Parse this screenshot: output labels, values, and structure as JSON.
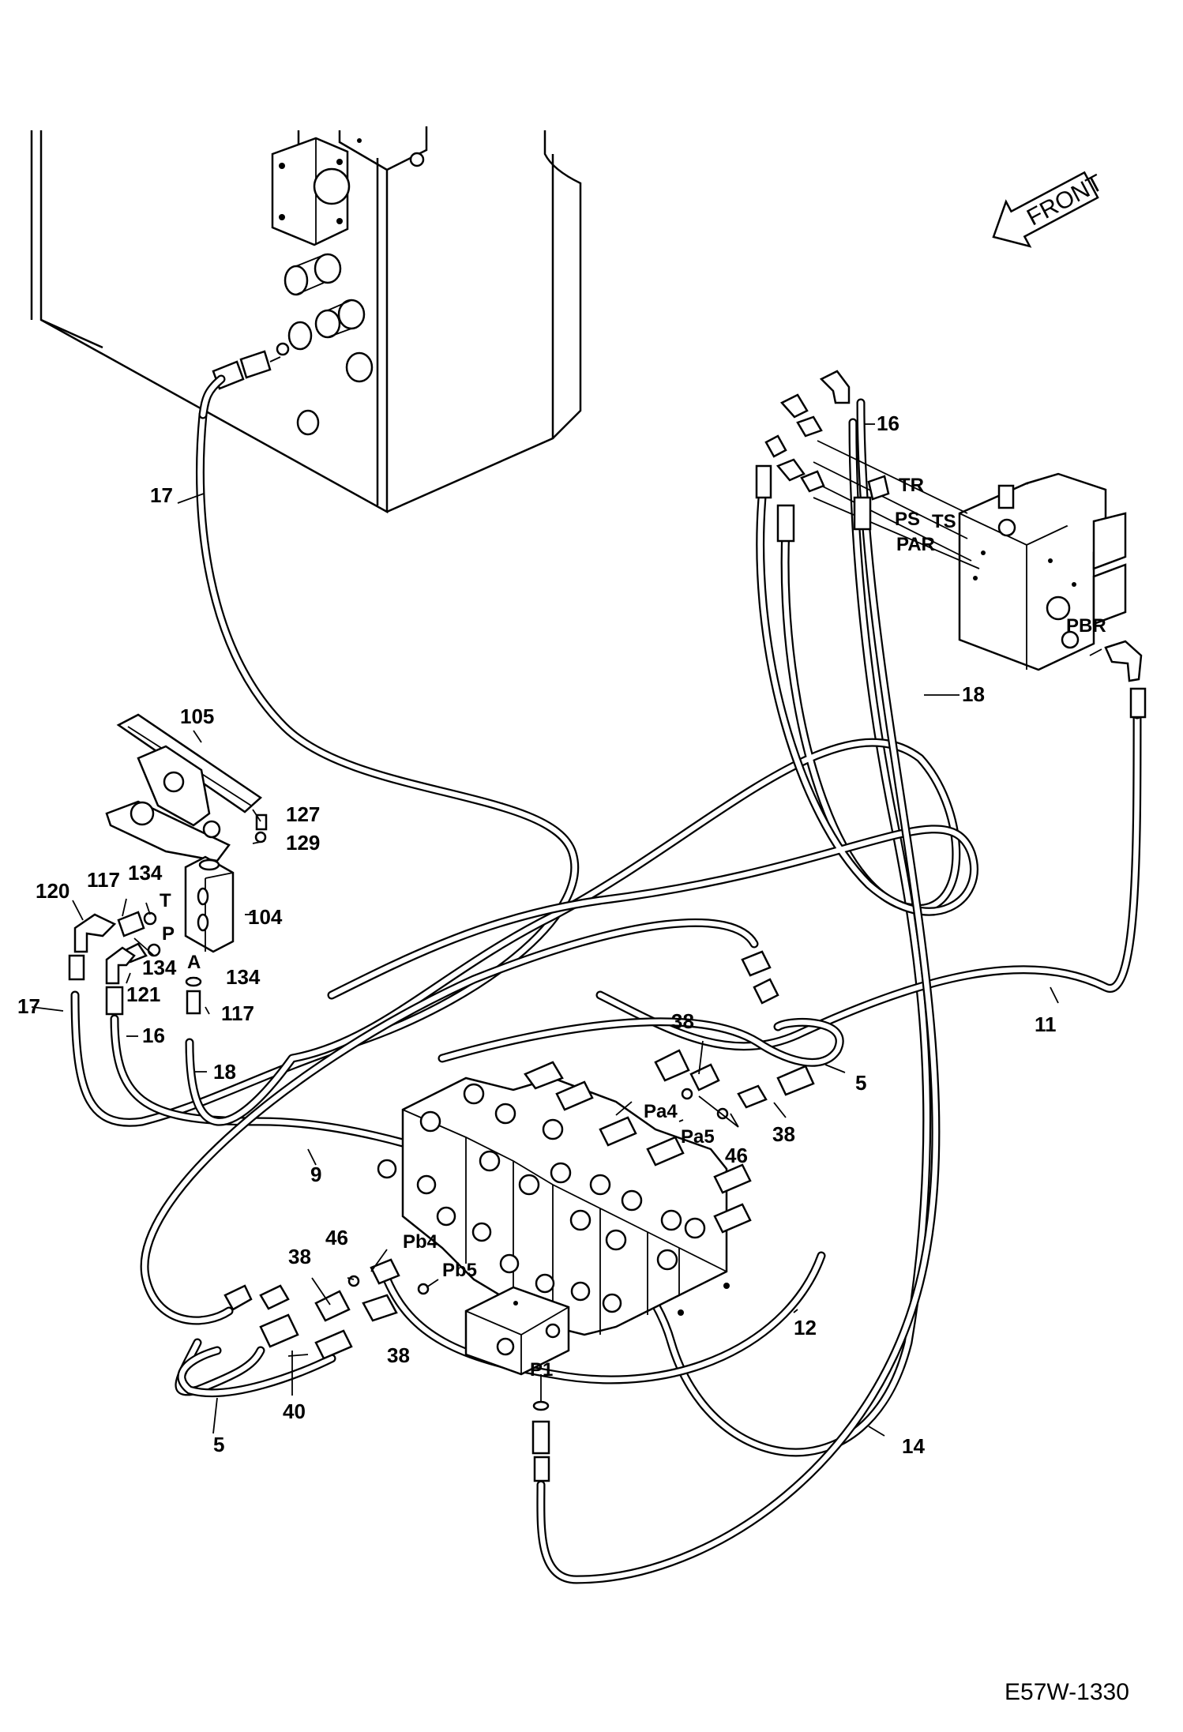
{
  "drawing_code": "E57W-1330",
  "direction_arrow": "FRONT",
  "callouts": {
    "c105": "105",
    "c127": "127",
    "c129": "129",
    "c104": "104",
    "c120": "120",
    "c117a": "117",
    "c134a": "134",
    "c134b": "134",
    "c134c": "134",
    "c121": "121",
    "c117b": "117",
    "c17a": "17",
    "c17b": "17",
    "c16a": "16",
    "c16b": "16",
    "c18a": "18",
    "c18b": "18",
    "c11": "11",
    "c5a": "5",
    "c5b": "5",
    "c9": "9",
    "c12": "12",
    "c14": "14",
    "c38a": "38",
    "c38b": "38",
    "c38c": "38",
    "c38d": "38",
    "c46a": "46",
    "c46b": "46",
    "c40": "40"
  },
  "ports": {
    "T": "T",
    "P": "P",
    "A": "A",
    "TR": "TR",
    "TS": "TS",
    "PS": "PS",
    "PAR": "PAR",
    "PBR": "PBR",
    "Pa4": "Pa4",
    "Pa5": "Pa5",
    "Pb4": "Pb4",
    "Pb5": "Pb5",
    "P1": "P1"
  },
  "colors": {
    "line": "#000000",
    "background": "#ffffff"
  }
}
